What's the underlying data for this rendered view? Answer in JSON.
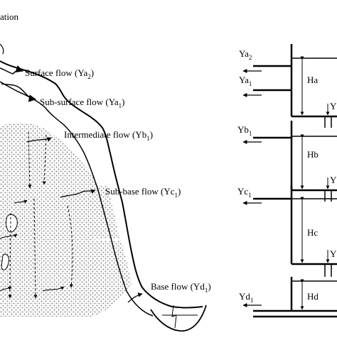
{
  "header": {
    "title_fragment": "ation"
  },
  "hillslope": {
    "flows": [
      {
        "label": "Surface flow (Ya",
        "sub": "2",
        "close": ")"
      },
      {
        "label": "Sub-surface flow (Ya",
        "sub": "1",
        "close": ")"
      },
      {
        "label": "Intermediate flow (Yb",
        "sub": "1",
        "close": ")"
      },
      {
        "label": "Sub-base flow (Yc",
        "sub": "1",
        "close": ")"
      },
      {
        "label": "Base flow (Yd",
        "sub": "1",
        "close": ")"
      }
    ]
  },
  "tank_model": {
    "outlets": [
      {
        "label": "Ya",
        "sub": "2"
      },
      {
        "label": "Ya",
        "sub": "1"
      },
      {
        "label": "Yb",
        "sub": "1"
      },
      {
        "label": "Yc",
        "sub": "1"
      },
      {
        "label": "Yd",
        "sub": "1"
      }
    ],
    "heights": [
      "Ha",
      "Hb",
      "Hc",
      "Hd"
    ],
    "drain_fragments": [
      "Y",
      "Y",
      "Y"
    ]
  }
}
